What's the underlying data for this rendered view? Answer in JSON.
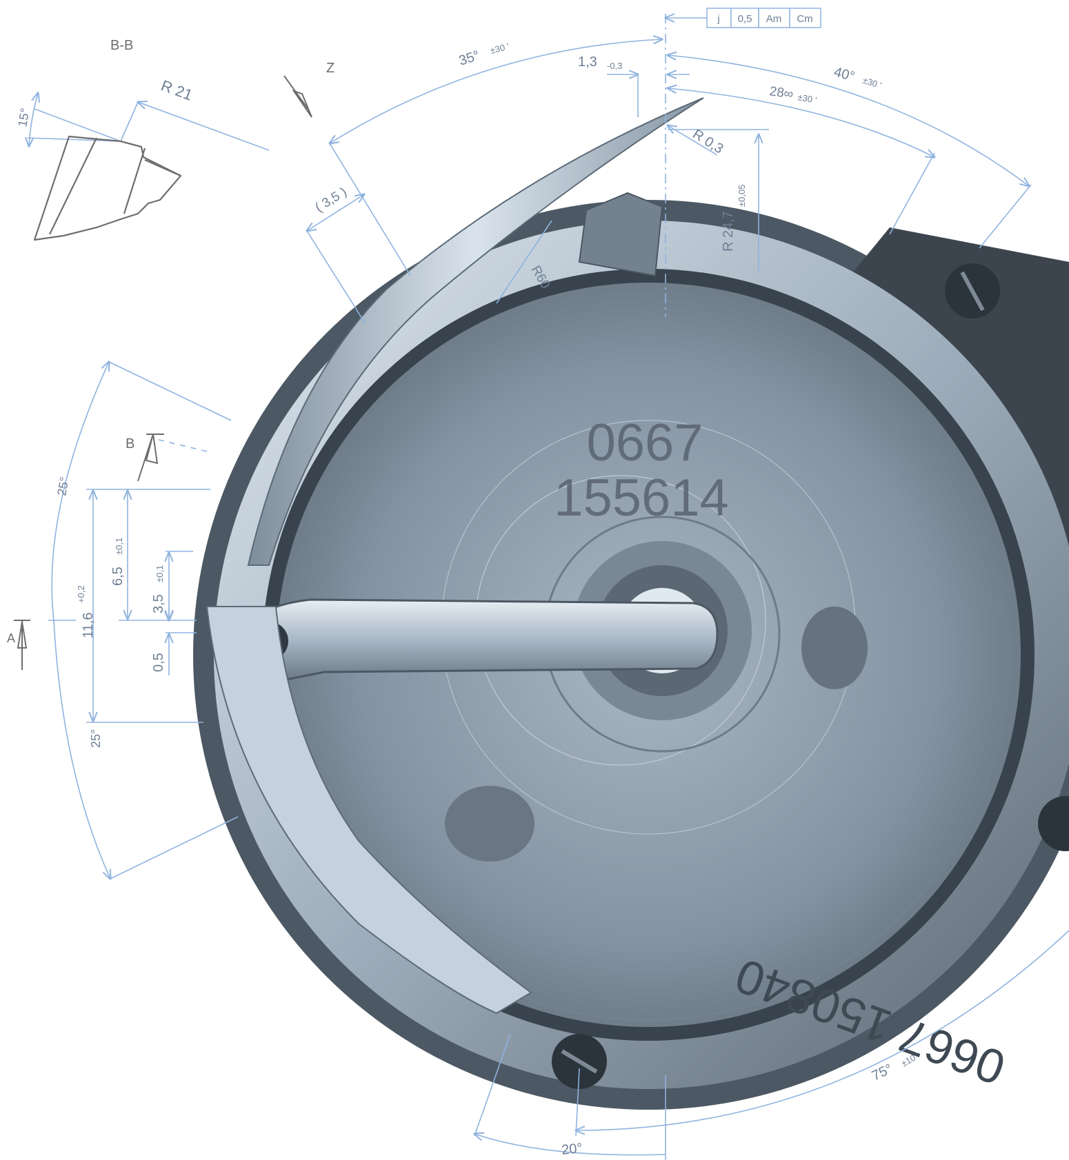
{
  "section_label": "B-B",
  "view_label_z": "Z",
  "section_arrow_a": "A",
  "section_arrow_b": "B",
  "tolerance_frame": [
    "j",
    "0,5",
    "Am",
    "Cm"
  ],
  "part_numbers": {
    "face": [
      "0667",
      "155614"
    ],
    "rim": "0667 150840"
  },
  "dimensions": {
    "r21": "R 21",
    "angle15": "15°",
    "angle35": "35°",
    "angle35_tol": "±30 '",
    "d13": "1,3",
    "d13_tol": "-0,3",
    "angle40": "40°",
    "angle40_tol": "±30 '",
    "angle28": "28∞",
    "angle28_tol": "±30 '",
    "r03": "R 0,3",
    "r247": "R 24,7",
    "r247_tol": "±0,05",
    "d35p": "( 3,5 )",
    "r60": "R60",
    "angle25_top": "25°",
    "d65": "6,5",
    "d65_tol": "±0,1",
    "d116": "11,6",
    "d116_tol": "+0,2",
    "d35": "3,5",
    "d35_tol": "±0,1",
    "d05": "0,5",
    "angle25_bottom": "25°",
    "angle75": "75°",
    "angle75_tol": "±10 '",
    "angle20": "20°"
  },
  "colors": {
    "dimension_line": "#8fb3df",
    "sketch": "#6d6d6d",
    "metal_dark": "#3f4a55",
    "metal_light": "#c9d6e2"
  }
}
